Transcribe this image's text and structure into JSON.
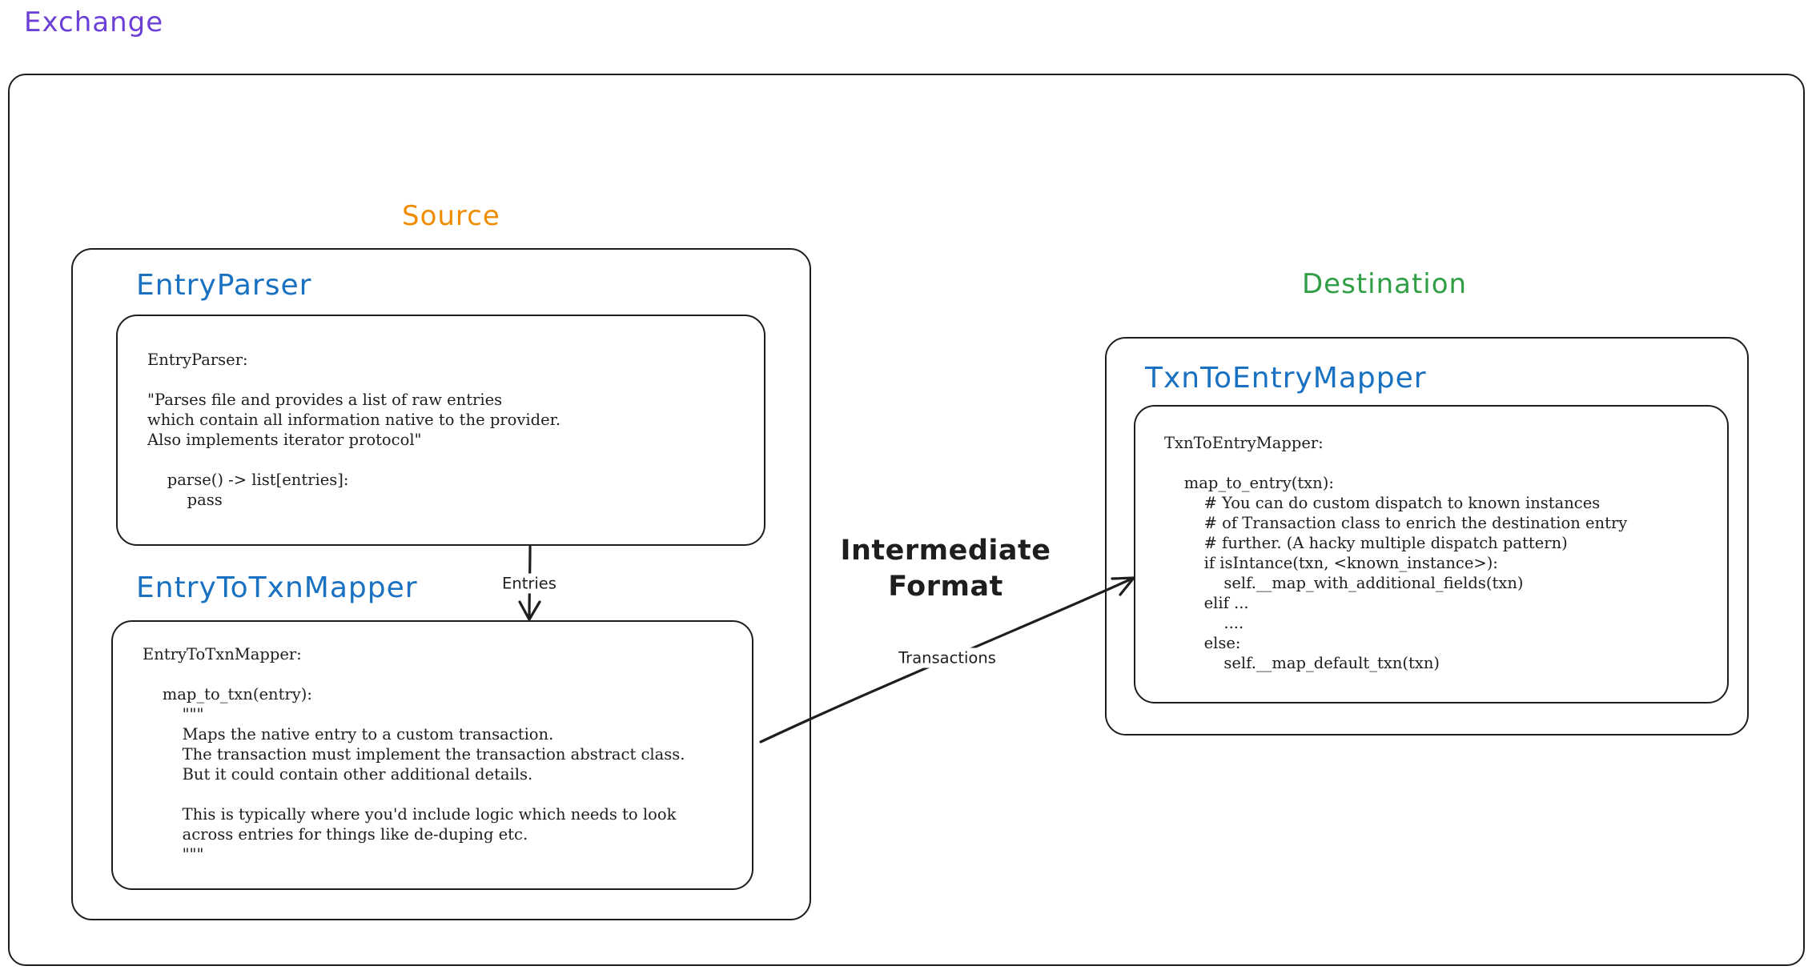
{
  "colors": {
    "exchange": "#6c3fd6",
    "source": "#f08c00",
    "destination": "#2f9e44",
    "component": "#1971c2",
    "stroke": "#1e1e1e"
  },
  "exchange": {
    "label": "Exchange"
  },
  "source": {
    "label": "Source",
    "entry_parser": {
      "title": "EntryParser",
      "code": "EntryParser:\n\n\"Parses file and provides a list of raw entries\nwhich contain all information native to the provider.\nAlso implements iterator protocol\"\n\n    parse() -> list[entries]:\n        pass"
    },
    "entry_to_txn_mapper": {
      "title": "EntryToTxnMapper",
      "code": "EntryToTxnMapper:\n\n    map_to_txn(entry):\n        \"\"\"\n        Maps the native entry to a custom transaction.\n        The transaction must implement the transaction abstract class.\n        But it could contain other additional details.\n\n        This is typically where you'd include logic which needs to look\n        across entries for things like de-duping etc.\n        \"\"\""
    }
  },
  "destination": {
    "label": "Destination",
    "txn_to_entry_mapper": {
      "title": "TxnToEntryMapper",
      "code": "TxnToEntryMapper:\n\n    map_to_entry(txn):\n        # You can do custom dispatch to known instances\n        # of Transaction class to enrich the destination entry\n        # further. (A hacky multiple dispatch pattern)\n        if isIntance(txn, <known_instance>):\n            self.__map_with_additional_fields(txn)\n        elif ...\n            ....\n        else:\n            self.__map_default_txn(txn)"
    }
  },
  "intermediate_format": {
    "line1": "Intermediate",
    "line2": "Format"
  },
  "arrows": {
    "entries": "Entries",
    "transactions": "Transactions"
  }
}
